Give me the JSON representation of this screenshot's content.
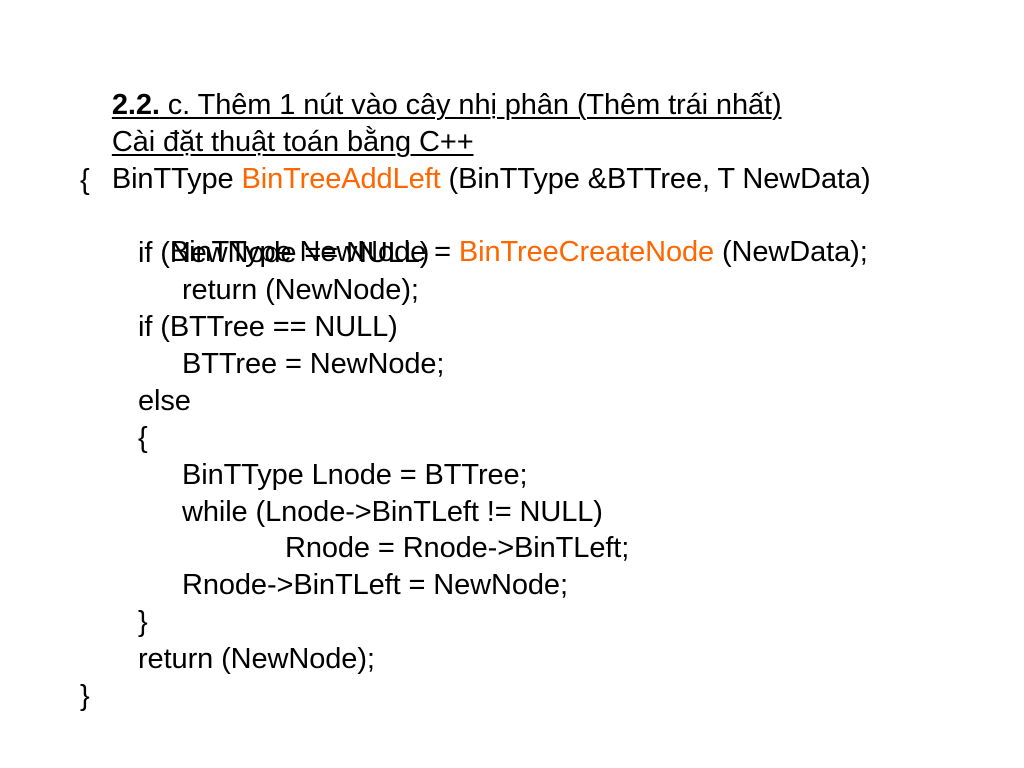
{
  "heading": {
    "section_number": "2.2.",
    "title": " c. Thêm 1 nút vào cây nhị phân (Thêm trái nhất)",
    "subtitle": "Cài đặt thuật toán bằng C++"
  },
  "code": {
    "signature_prefix": "BinTType ",
    "function_name": "BinTreeAddLeft",
    "signature_suffix": " (BinTType &BTTree, T NewData)",
    "open_brace": "{",
    "line_newnode_prefix": "BinTType NewNode = ",
    "create_node_fn": "BinTreeCreateNode",
    "line_newnode_suffix": " (NewData);",
    "if_newnode_null": "if (NewNode == NULL)",
    "return_newnode_1": "return (NewNode);",
    "if_bttree_null": "if (BTTree == NULL)",
    "assign_bttree": "BTTree = NewNode;",
    "else_kw": "else",
    "inner_open_brace": "{",
    "lnode_decl": "BinTType Lnode = BTTree;",
    "while_loop": "while (Lnode->BinTLeft != NULL)",
    "rnode_advance": "Rnode = Rnode->BinTLeft;",
    "rnode_assign": "Rnode->BinTLeft = NewNode;",
    "inner_close_brace": "}",
    "return_newnode_2": "return (NewNode);",
    "close_brace": "}"
  },
  "colors": {
    "highlight": "#ff6600",
    "text": "#000000",
    "background": "#ffffff"
  }
}
